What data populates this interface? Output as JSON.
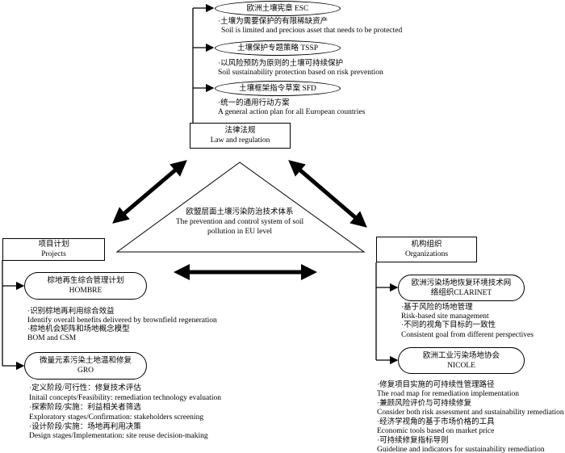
{
  "center": {
    "zh": "欧盟层面土壤污染防治技术体系",
    "en1": "The prevention and control system of soil",
    "en2": "pollution in EU level"
  },
  "law": {
    "title_zh": "法律法规",
    "title_en": "Law and regulation",
    "items": [
      {
        "label": "欧洲土壤宪章 ESC",
        "lines": [
          "·土壤为需要保护的有限稀缺资产",
          "Soil is limited and precious asset that needs to be protected"
        ]
      },
      {
        "label": "土壤保护专题策略 TSSP",
        "lines": [
          "·以风险预防为原则的土壤可持续保护",
          "Soil sustainability protection based on risk prevention"
        ]
      },
      {
        "label": "土壤框架指令草案 SFD",
        "lines": [
          "·统一的通用行动方案",
          "A general action plan for all European countries"
        ]
      }
    ]
  },
  "projects": {
    "title_zh": "项目计划",
    "title_en": "Projects",
    "items": [
      {
        "label_zh": "棕地再生综合管理计划",
        "label_en": "HOMBRE",
        "lines": [
          "·识别棕地再利用综合效益",
          "Identify overall benefits delivered by brownfield regeneration",
          "·棕地机会矩阵和场地概念模型",
          "BOM and CSM"
        ]
      },
      {
        "label_zh": "微量元素污染土地温和修复",
        "label_en": "GRO",
        "lines": [
          "·定义阶段/可行性：修复技术评估",
          "Initail concepts/Feasibility: remediation technology evaluation",
          "·探索阶段/实施：利益相关者筛选",
          "Exploratory stages/Confirmation: stakeholders screening",
          "·设计阶段/实施：场地再利用决策",
          "Design stages/Implementation: site reuse decision-making"
        ]
      }
    ]
  },
  "organizations": {
    "title_zh": "机构组织",
    "title_en": "Organizations",
    "items": [
      {
        "label_zh": "欧洲污染场地恢复环境技术网",
        "label_en": "络组织CLARINET",
        "lines": [
          "·基于风险的场地管理",
          "Risk-based site management",
          "·不同的视角下目标的一致性",
          "Consistent goal from different perspectives"
        ]
      },
      {
        "label_zh": "欧洲工业污染场地协会",
        "label_en": "NICOLE",
        "lines": [
          "·修复项目实施的可持续性管理路径",
          "The road map for remediation implementation",
          "·兼顾风险评价与可持续修复",
          "Consider both risk assessment and sustainability remediation",
          "·经济学视角的基于市场价格的工具",
          "Economic tools based on market price",
          "·可持续修复指标导则",
          "Guideline and indicators for sustainability remediation"
        ]
      }
    ]
  }
}
